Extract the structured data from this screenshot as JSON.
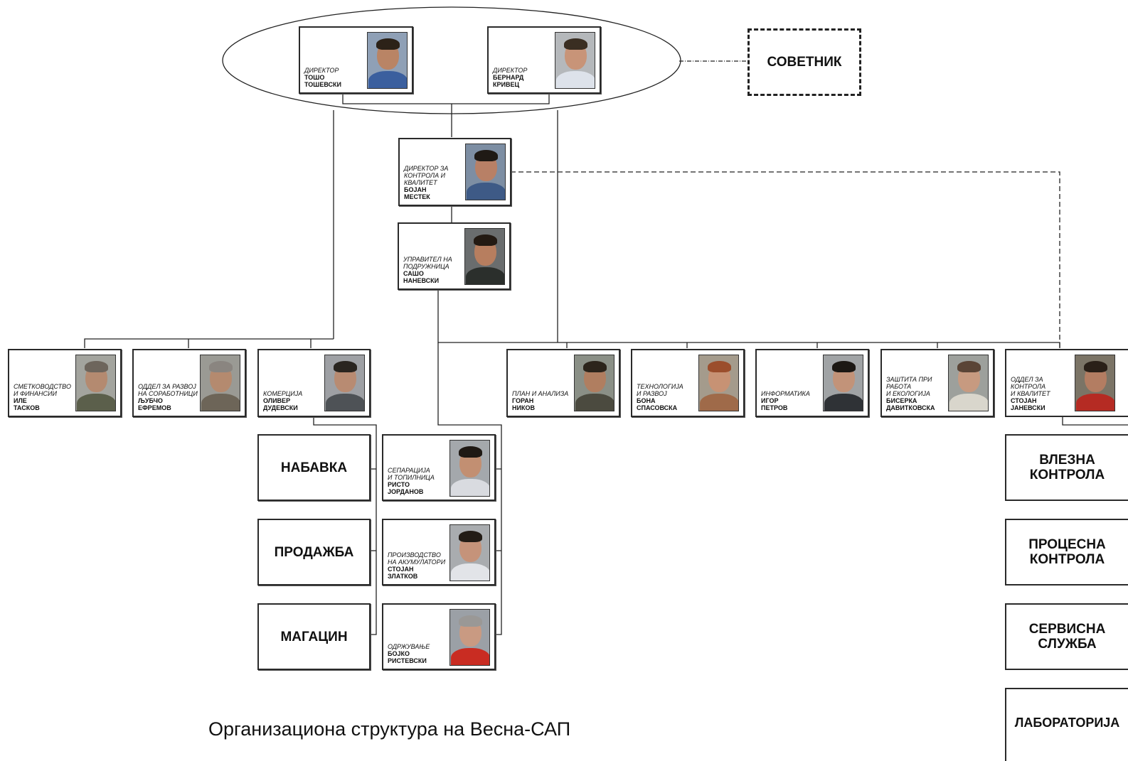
{
  "caption": "Организациона структура на Весна-САП",
  "advisor": "СОВЕТНИК",
  "people": {
    "tosho": {
      "role": "ДИРЕКТОР",
      "name": "ТОШО\nТОШЕВСКИ"
    },
    "bernard": {
      "role": "ДИРЕКТОР",
      "name": "БЕРНАРД\nКРИВЕЦ"
    },
    "bojan": {
      "role": "ДИРЕКТОР ЗА\nКОНТРОЛА И\nКВАЛИТЕТ",
      "name": "БОЈАН\nМЕСТЕК"
    },
    "sasho": {
      "role": "УПРАВИТЕЛ НА\nПОДРУЖНИЦА",
      "name": "САШО\nНАНЕВСКИ"
    },
    "ile": {
      "role": "СМЕТКОВОДСТВО\nИ ФИНАНСИИ",
      "name": "ИЛЕ\nТАСКОВ"
    },
    "ljubcho": {
      "role": "ОДДЕЛ ЗА РАЗВОЈ\nНА СОРАБОТНИЦИ",
      "name": "ЉУБЧО\nЕФРЕМОВ"
    },
    "oliver": {
      "role": "КОМЕРЦИЈА",
      "name": "ОЛИВЕР\nДУДЕВСКИ"
    },
    "goran": {
      "role": "ПЛАН И АНАЛИЗА",
      "name": "ГОРАН\nНИКОВ"
    },
    "bona": {
      "role": "ТЕХНОЛОГИЈА\nИ РАЗВОЈ",
      "name": "БОНА\nСПАСОВСКА"
    },
    "igor": {
      "role": "ИНФОРМАТИКА",
      "name": "ИГОР\nПЕТРОВ"
    },
    "biserka": {
      "role": "ЗАШТИТА ПРИ\nРАБОТА\nИ ЕКОЛОГИЈА",
      "name": "БИСЕРКА\nДАВИТКОВСКА"
    },
    "stojan_j": {
      "role": "ОДДЕЛ ЗА\nКОНТРОЛА\nИ КВАЛИТЕТ",
      "name": "СТОЈАН\nЈАНЕВСКИ"
    },
    "risto": {
      "role": "СЕПАРАЦИЈА\nИ ТОПИЛНИЦА",
      "name": "РИСТО\nЈОРДАНОВ"
    },
    "stojan_z": {
      "role": "ПРОИЗВОДСТВО\nНА АКУМУЛАТОРИ",
      "name": "СТОЈАН\nЗЛАТКОВ"
    },
    "bojko": {
      "role": "ОДРЖУВАЊЕ",
      "name": "БОЈКО\nРИСТЕВСКИ"
    }
  },
  "units": {
    "nabavka": "НАБАВКА",
    "prodazhba": "ПРОДАЖБА",
    "magacin": "МАГАЦИН",
    "vlezna": "ВЛЕЗНА\nКОНТРОЛА",
    "procesna": "ПРОЦЕСНА\nКОНТРОЛА",
    "servisna": "СЕРВИСНА\nСЛУЖБА",
    "laboratorija": "ЛАБОРАТОРИЈА"
  }
}
